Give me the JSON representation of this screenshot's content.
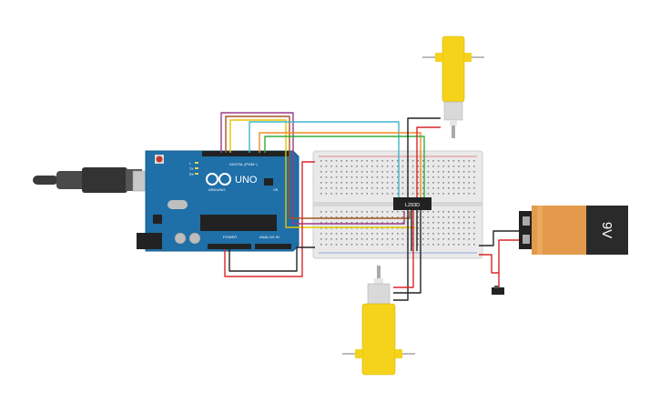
{
  "arduino": {
    "logo_text": "UNO",
    "brand_text": "ARDUINO",
    "digital_header": "DIGITAL (PWM~)",
    "power_label": "POWER",
    "analog_label": "ANALOG IN",
    "tx_label": "TX",
    "rx_label": "RX",
    "l_label": "L",
    "on_label": "ON"
  },
  "motor_driver": {
    "label": "L293D"
  },
  "battery": {
    "voltage_label": "9V"
  },
  "colors": {
    "board": "#1f6fa8",
    "battery_orange": "#e39a4c",
    "battery_black": "#2a2a2a",
    "motor_yellow": "#f5d31b",
    "wire_red": "#d9262c",
    "wire_black": "#222222",
    "wire_yellow": "#e6c400",
    "wire_green": "#2fae3a",
    "wire_orange": "#f08a24",
    "wire_cyan": "#3fb5c8",
    "wire_purple": "#9b3a8a",
    "wire_brown": "#a3561f"
  }
}
